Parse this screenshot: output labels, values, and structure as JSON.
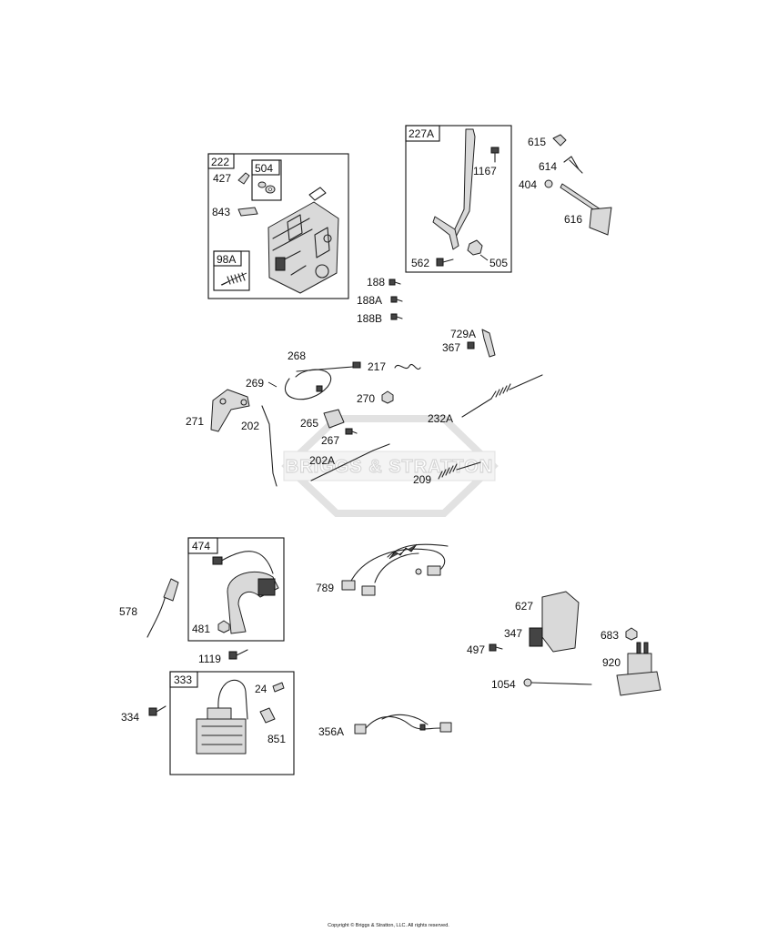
{
  "watermark": {
    "text": "BRIGGS & STRATTON"
  },
  "copyright": "Copyright © Briggs & Stratton, LLC. All rights reserved.",
  "boxes": {
    "b222": "222",
    "b504": "504",
    "b98A": "98A",
    "b227A": "227A",
    "b474": "474",
    "b333": "333"
  },
  "labels": {
    "l427": "427",
    "l843": "843",
    "l1167": "1167",
    "l562": "562",
    "l505": "505",
    "l615": "615",
    "l614": "614",
    "l404": "404",
    "l616": "616",
    "l188": "188",
    "l188A": "188A",
    "l188B": "188B",
    "l729A": "729A",
    "l367": "367",
    "l268": "268",
    "l269": "269",
    "l217": "217",
    "l270": "270",
    "l271": "271",
    "l202": "202",
    "l265": "265",
    "l267": "267",
    "l232A": "232A",
    "l202A": "202A",
    "l209": "209",
    "l578": "578",
    "l481": "481",
    "l789": "789",
    "l627": "627",
    "l347": "347",
    "l497": "497",
    "l683": "683",
    "l920": "920",
    "l1054": "1054",
    "l1119": "1119",
    "l24": "24",
    "l334": "334",
    "l851": "851",
    "l356A": "356A"
  }
}
